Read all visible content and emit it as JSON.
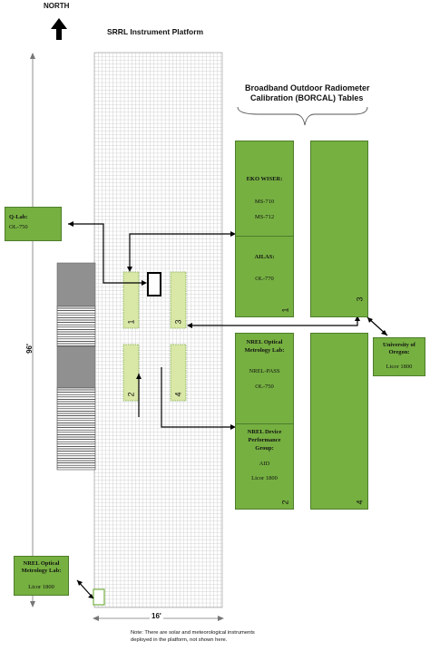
{
  "north_label": "NORTH",
  "title": "SRRL Instrument Platform",
  "borcal_title_line1": "Broadband Outdoor Radiometer",
  "borcal_title_line2": "Calibration (BORCAL) Tables",
  "table1": {
    "eko_title": "EKO WISER:",
    "eko_items": [
      "MS-710",
      "MS-712"
    ],
    "ailas_title": "AILAS:",
    "ailas_item": "OL-770",
    "number": "1"
  },
  "table2": {
    "nrel_oml_title_line1": "NREL Optical",
    "nrel_oml_title_line2": "Metrology Lab:",
    "nrel_oml_items": [
      "NREL-PASS",
      "OL-750"
    ],
    "devperf_title_line1": "NREL Device",
    "devperf_title_line2": "Performance",
    "devperf_title_line3": "Group:",
    "devperf_items": [
      "AID",
      "Licor 1800"
    ],
    "number": "2"
  },
  "table3_number": "3",
  "table4_number": "4",
  "qlab": {
    "title": "Q-Lab:",
    "item": "OL-750"
  },
  "oregon": {
    "title_line1": "University of",
    "title_line2": "Oregon:",
    "item": "Licor 1800"
  },
  "nrel_oml_box": {
    "title_line1": "NREL Optical",
    "title_line2": "Metrology Lab:",
    "item": "Licor 1800"
  },
  "dim_96": "96'",
  "dim_16": "16'",
  "platform_numbers": [
    "1",
    "3",
    "2",
    "4"
  ],
  "note_line1": "Note: There are solar and meteorological instruments",
  "note_line2": "deployed in the platform, not shown here.",
  "colors": {
    "green": "#76b041",
    "green_light": "#dbe8b5",
    "grid": "#9a9a9a"
  }
}
